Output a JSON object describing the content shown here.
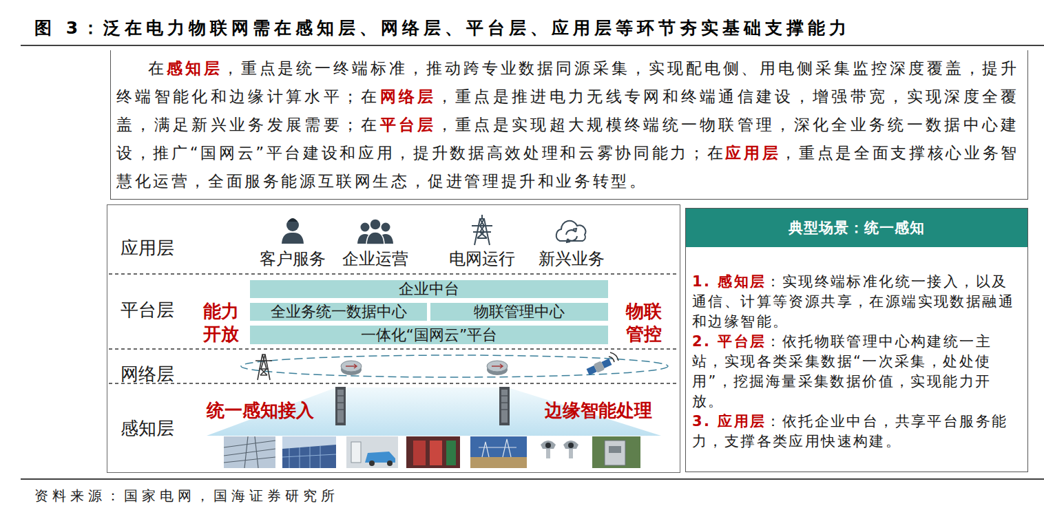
{
  "diagram": {
    "title": "图 3：泛在电力物联网需在感知层、网络层、平台层、应用层等环节夯实基础支撑能力",
    "nodes": [
      {
        "text": [
          "在",
          "感知层",
          "，重点是统一终端标准，推动跨专业数据同源采集，实现配电侧、用电侧采集监控深度覆盖，提升终端智能化和边缘计算水平；在",
          "网络层",
          "，重点是推进电力无线专网和终端通信建设，增强带宽，实现深度全覆盖，满足新兴业务发展需要；在",
          "平台层",
          "，重点是实现超大规模终端统一物联管理，深化全业务统一数据中心建设，推广“国网云”平台建设和应用，提升数据高效处理和云雾协同能力；在",
          "应用层",
          "，重点是全面支撑核心业务智慧化运营，全面服务能源互联网生态，促进管理提升和业务转型。"
        ]
      },
      {
        "text": [
          "企业中台"
        ]
      },
      {
        "text": [
          "全业务统一数据中心"
        ]
      },
      {
        "text": [
          "物联管理中心"
        ]
      },
      {
        "text": [
          "一体化“国网云”平台"
        ]
      },
      {
        "text": [
          "1. 感知层",
          "：实现终端标准化统一接入，以及通信、计算等资源共享，在源端实现数据融通和边缘智能。",
          "2. 平台层",
          "：依托物联管理中心构建统一主站，实现各类采集数据“一次采集，处处使用”，挖掘海量采集数据价值，实现能力开放。",
          "3. 应用层",
          "：依托企业中台，共享平台服务能力，支撑各类应用快速构建。"
        ]
      },
      {
        "text": [
          "典型场景：统一感知"
        ],
        "in": 5
      }
    ],
    "labels": [
      "应用层",
      "客户服务",
      "企业运营",
      "电网运行",
      "新兴业务",
      "平台层",
      "能力 开放",
      "物联 管控",
      "网络层",
      "感知层",
      "统一感知接入",
      "边缘智能处理",
      "资料来源：国家电网，国海证券研究所"
    ]
  }
}
